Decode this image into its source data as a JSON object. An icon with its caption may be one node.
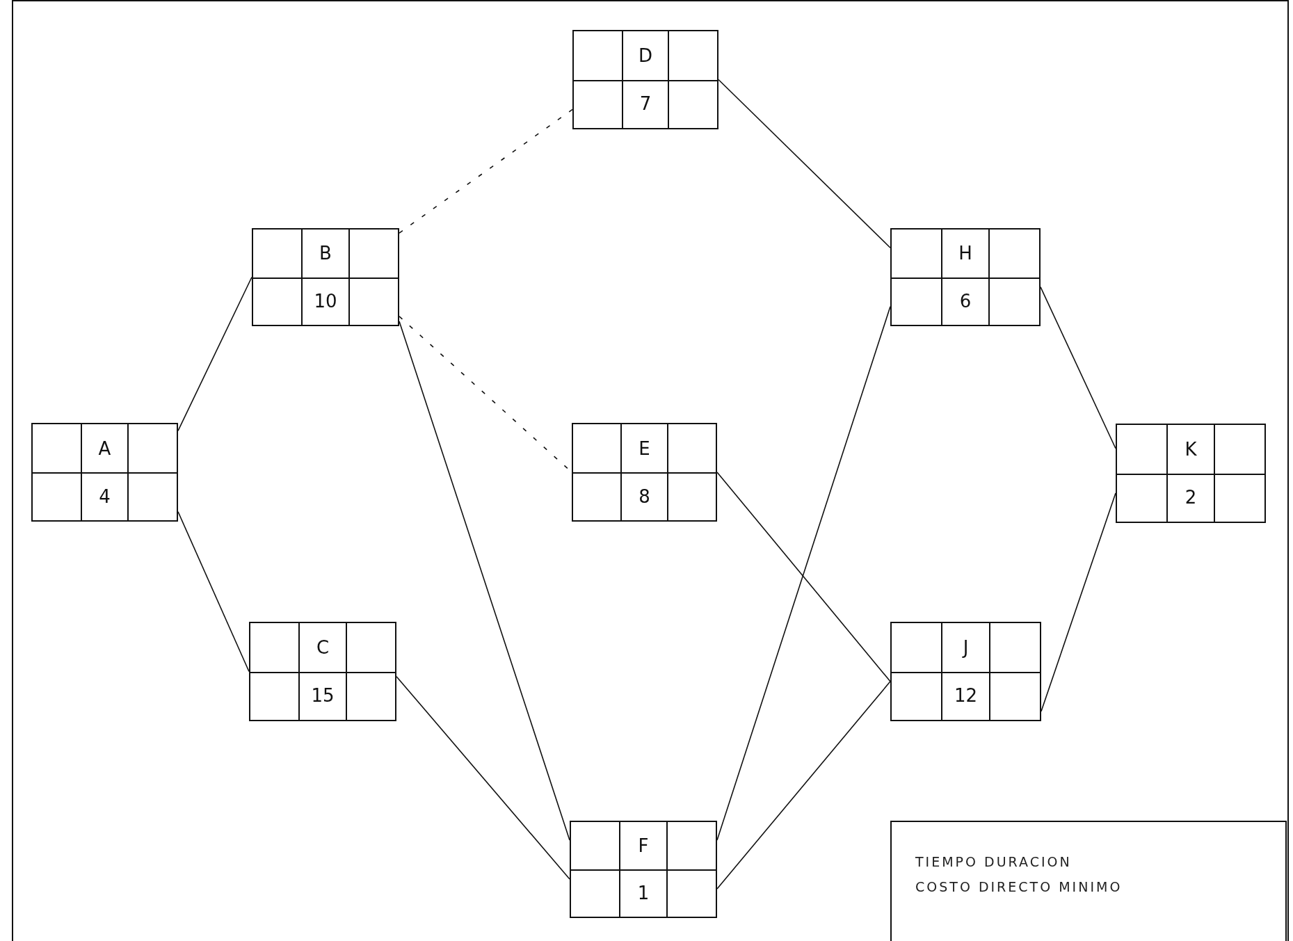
{
  "diagram": {
    "nodes": [
      {
        "text": [
          "A",
          "4"
        ]
      },
      {
        "text": [
          "B",
          "10"
        ]
      },
      {
        "text": [
          "C",
          "15"
        ]
      },
      {
        "text": [
          "D",
          "7"
        ]
      },
      {
        "text": [
          "E",
          "8"
        ]
      },
      {
        "text": [
          "F",
          "1"
        ]
      },
      {
        "text": [
          "H",
          "6"
        ]
      },
      {
        "text": [
          "J",
          "12"
        ]
      },
      {
        "text": [
          "K",
          "2"
        ]
      },
      {
        "text": [
          "TIEMPO DURACION",
          "COSTO DIRECTO MINIMO"
        ]
      }
    ],
    "edges": [
      {
        "from": 0,
        "to": 1,
        "arrow": "none"
      },
      {
        "from": 0,
        "to": 2,
        "arrow": "none"
      },
      {
        "from": 1,
        "to": 3,
        "arrow": "none",
        "style": "dashed"
      },
      {
        "from": 1,
        "to": 4,
        "arrow": "none",
        "style": "dashed"
      },
      {
        "from": 1,
        "to": 5,
        "arrow": "none"
      },
      {
        "from": 2,
        "to": 5,
        "arrow": "none"
      },
      {
        "from": 3,
        "to": 6,
        "arrow": "none"
      },
      {
        "from": 4,
        "to": 7,
        "arrow": "none"
      },
      {
        "from": 5,
        "to": 6,
        "arrow": "none"
      },
      {
        "from": 5,
        "to": 7,
        "arrow": "none"
      },
      {
        "from": 6,
        "to": 8,
        "arrow": "none"
      },
      {
        "from": 7,
        "to": 8,
        "arrow": "none"
      }
    ]
  }
}
